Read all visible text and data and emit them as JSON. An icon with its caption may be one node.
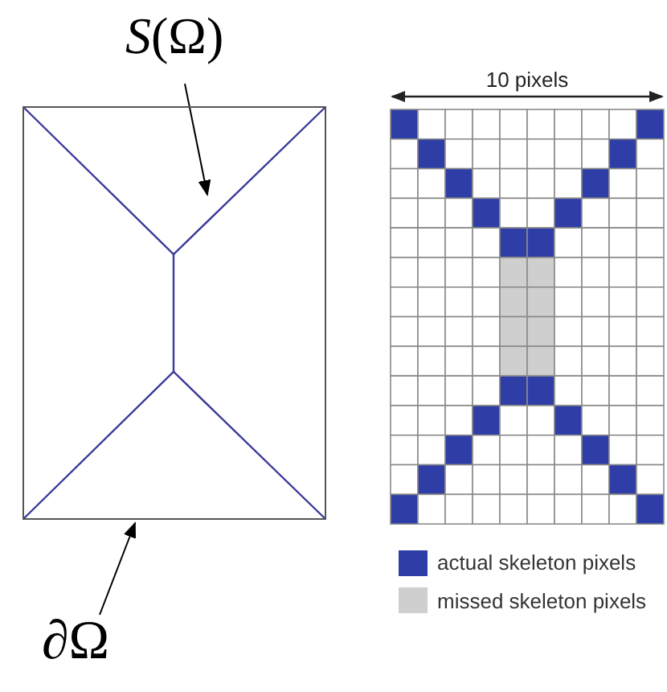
{
  "diagram": {
    "nodes": [
      {
        "text": [
          "*S*(Ω)"
        ]
      },
      {
        "text": [],
        "shape": "box"
      },
      {
        "text": [],
        "shape": "line",
        "in": 1
      },
      {
        "text": [
          "∂Ω"
        ]
      }
    ],
    "edges": [
      {
        "from": 0,
        "to": 2,
        "arrow": "to"
      },
      {
        "from": 3,
        "to": 1,
        "arrow": "to"
      }
    ],
    "labels": [
      "10 pixels"
    ],
    "legend": [
      {
        "text": "actual skeleton pixels",
        "color": "#2f3ea6"
      },
      {
        "text": "missed skeleton pixels",
        "color": "#cfcfcf"
      }
    ]
  }
}
